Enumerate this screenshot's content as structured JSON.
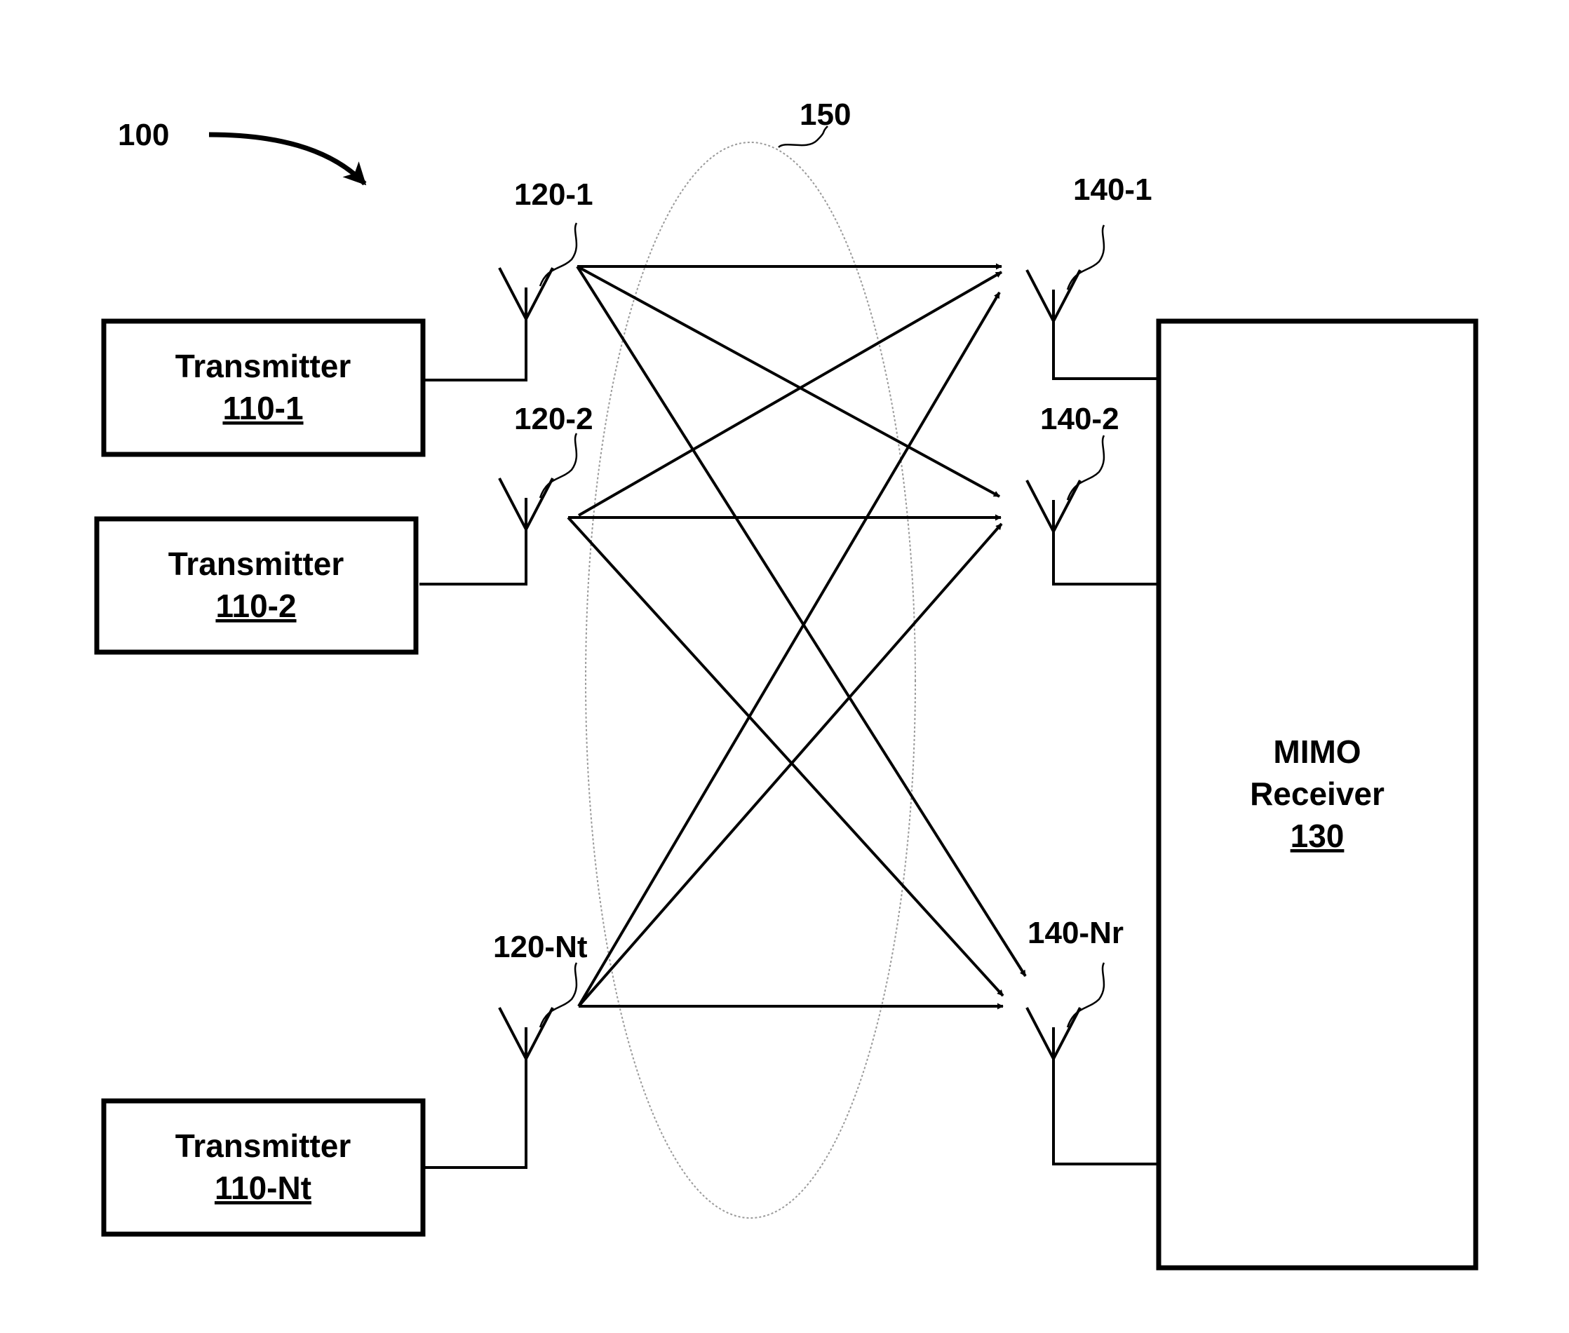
{
  "figure": {
    "ref": "100",
    "channel_ref": "150"
  },
  "transmitters": [
    {
      "title": "Transmitter",
      "ref": "110-1",
      "antenna": "120-1"
    },
    {
      "title": "Transmitter",
      "ref": "110-2",
      "antenna": "120-2"
    },
    {
      "title": "Transmitter",
      "ref": "110-Nt",
      "antenna": "120-Nt"
    }
  ],
  "receive_antennas": [
    "140-1",
    "140-2",
    "140-Nr"
  ],
  "receiver": {
    "line1": "MIMO",
    "line2": "Receiver",
    "ref": "130"
  },
  "colors": {
    "ink": "#000000",
    "ellipse": "#9a9a9a",
    "background": "#ffffff"
  }
}
